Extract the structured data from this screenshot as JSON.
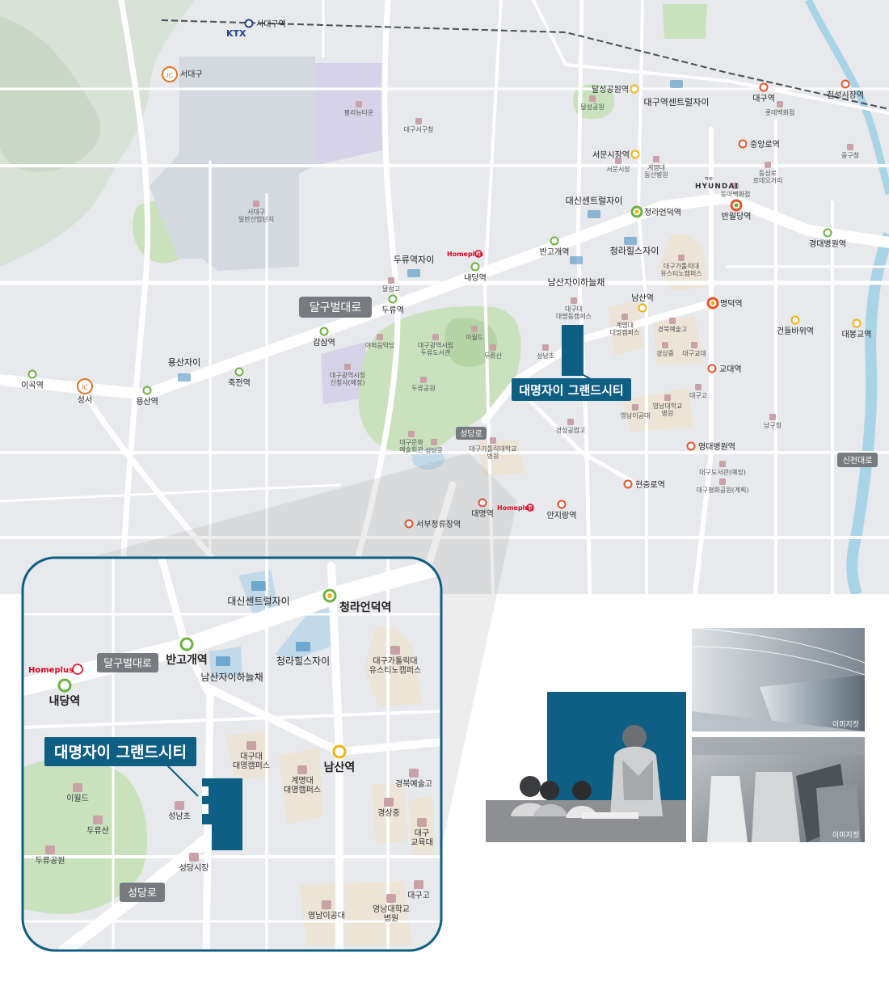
{
  "colors": {
    "map_bg": "#e7e9ec",
    "road": "#ffffff",
    "rail": "#4a4f57",
    "park": "#c9e1bd",
    "park_dark": "#b5d4a6",
    "industrial": "#d3d9df",
    "campus": "#ece4d7",
    "residential": "#d6d3e8",
    "apt": "#c2d9ea",
    "brand": "#0f5f85",
    "label_gray": "#777a7f",
    "line1": "#e8542a",
    "line2": "#6cb33f",
    "line3": "#f2b413",
    "river": "#a9d3e6",
    "homeplus": "#e0001b"
  },
  "main_map": {
    "road_labels": {
      "dalgubeol": "달구벌대로",
      "seongdang": "성당로",
      "sincheon": "신천대로"
    },
    "site_label": "대명자이 그랜드시티",
    "ktx": "KTX",
    "hyundai": "HYUNDAI",
    "hyundai_the": "THE",
    "homeplus": "Homeplus",
    "ic": "IC",
    "stations": [
      {
        "name": "서대구역",
        "line": "ktx"
      },
      {
        "name": "이곡역",
        "line": "2"
      },
      {
        "name": "용산역",
        "line": "2"
      },
      {
        "name": "죽전역",
        "line": "2"
      },
      {
        "name": "감삼역",
        "line": "2"
      },
      {
        "name": "두류역",
        "line": "2"
      },
      {
        "name": "내당역",
        "line": "2"
      },
      {
        "name": "반고개역",
        "line": "2"
      },
      {
        "name": "청라언덕역",
        "line": "transfer23"
      },
      {
        "name": "반월당역",
        "line": "transfer12"
      },
      {
        "name": "경대병원역",
        "line": "2"
      },
      {
        "name": "달성공원역",
        "line": "3"
      },
      {
        "name": "서문시장역",
        "line": "3"
      },
      {
        "name": "남산역",
        "line": "3"
      },
      {
        "name": "건들바위역",
        "line": "3"
      },
      {
        "name": "대봉교역",
        "line": "3"
      },
      {
        "name": "대구역",
        "line": "1"
      },
      {
        "name": "칠성시장역",
        "line": "1"
      },
      {
        "name": "중앙로역",
        "line": "1"
      },
      {
        "name": "명덕역",
        "line": "transfer13"
      },
      {
        "name": "교대역",
        "line": "1"
      },
      {
        "name": "영대병원역",
        "line": "1"
      },
      {
        "name": "현충로역",
        "line": "1"
      },
      {
        "name": "안지랑역",
        "line": "1"
      },
      {
        "name": "대명역",
        "line": "1"
      },
      {
        "name": "서부정류장역",
        "line": "1"
      }
    ],
    "ics": [
      "서대구",
      "성서"
    ],
    "apartments": [
      "두류역자이",
      "용산자이",
      "대신센트럴자이",
      "청라힐스자이",
      "남산자이하늘채",
      "대구역센트럴자이"
    ],
    "pois": [
      "평리뉴타운",
      "대구서구청",
      "서대구\n일반산업단지",
      "달성공원",
      "계명대\n동산병원",
      "서문시장",
      "롯데백화점",
      "동아백화점",
      "동성로\n로데오거리",
      "중구청",
      "달성고",
      "대구가톨릭대\n유스티노캠퍼스",
      "대구대\n대명동캠퍼스",
      "계명대\n대명캠퍼스",
      "경북예술고",
      "경상중",
      "대구교대",
      "성남초",
      "대구광역시립\n두류도서관",
      "야외음악당",
      "이월드",
      "두류산",
      "두류공원",
      "대구광역시청\n신청사(예정)",
      "대구문화\n예술회관",
      "성당못",
      "대구가톨릭대학교\n병원",
      "경상공업고",
      "대구고",
      "영남대학교\n병원",
      "영남이공대",
      "남구청",
      "대구도서관(예정)",
      "대구평화공원(계획)"
    ]
  },
  "inset": {
    "site_label": "대명자이 그랜드시티",
    "road_labels": {
      "dalgubeol": "달구벌대로",
      "seongdang": "성당로"
    },
    "stations": [
      "청라언덕역",
      "반고개역",
      "내당역",
      "남산역"
    ],
    "apartments": [
      "대신센트럴자이",
      "청라힐스자이",
      "남산자이하늘채"
    ],
    "pois": [
      "대구가톨릭대\n유스티노캠퍼스",
      "대구대\n대명캠퍼스",
      "계명대\n대명캠퍼스",
      "경북예술고",
      "경상중",
      "대구\n교육대",
      "이월드",
      "두류산",
      "두류공원",
      "성남초",
      "성당시장",
      "영남이공대",
      "영남대학교\n병원",
      "대구고"
    ],
    "homeplus": "Homeplus"
  },
  "photos": {
    "caption_1": "이미지컷",
    "caption_2": "이미지컷"
  }
}
